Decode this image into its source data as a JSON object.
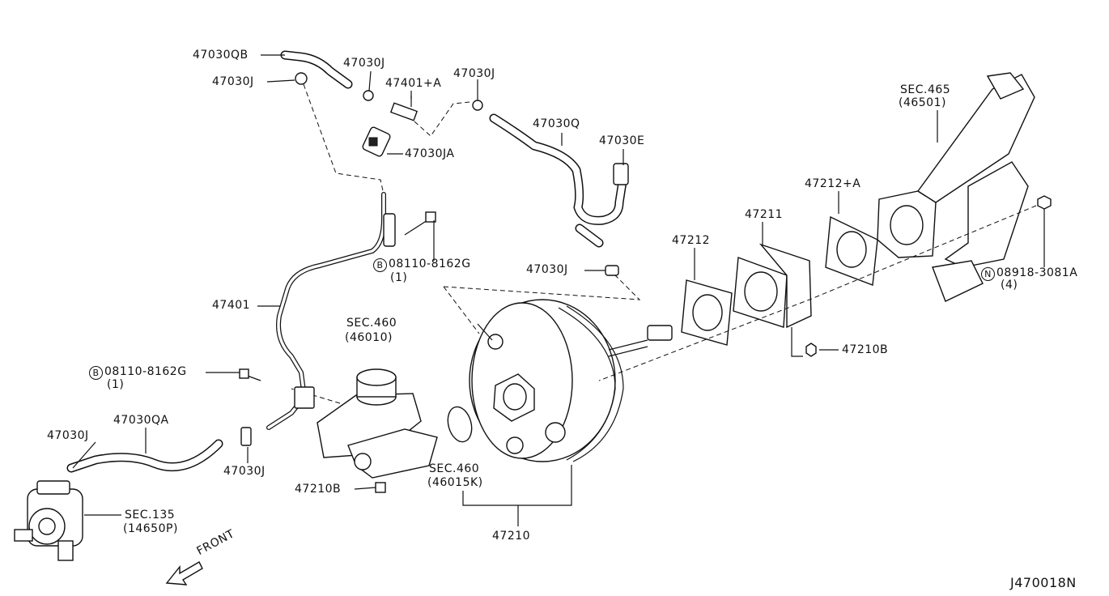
{
  "diagram_code": "J470018N",
  "front_label": "FRONT",
  "labels": {
    "l_47030qb": "47030QB",
    "l_47030j_1": "47030J",
    "l_47030j_2": "47030J",
    "l_47401a": "47401+A",
    "l_47030j_3": "47030J",
    "l_47030ja": "47030JA",
    "l_47030q": "47030Q",
    "l_47030e": "47030E",
    "l_sec465": "SEC.465",
    "l_sec465b": "(46501)",
    "l_47212a": "47212+A",
    "l_47211": "47211",
    "l_47212": "47212",
    "l_bolt1": "08110-8162G",
    "l_bolt1q": "(1)",
    "l_47030j_4": "47030J",
    "l_nut": "08918-3081A",
    "l_nutq": "(4)",
    "l_47401": "47401",
    "l_sec460": "SEC.460",
    "l_sec460b": "(46010)",
    "l_47210b_1": "47210B",
    "l_bolt2": "08110-8162G",
    "l_bolt2q": "(1)",
    "l_47030qa": "47030QA",
    "l_47030j_5": "47030J",
    "l_47030j_6": "47030J",
    "l_sec460k": "SEC.460",
    "l_sec460kb": "(46015K)",
    "l_47210b_2": "47210B",
    "l_sec135": "SEC.135",
    "l_sec135b": "(14650P)",
    "l_47210": "47210"
  },
  "symbols": {
    "bolt": "B",
    "nut": "N"
  },
  "icons": [
    "front-arrow-icon"
  ]
}
